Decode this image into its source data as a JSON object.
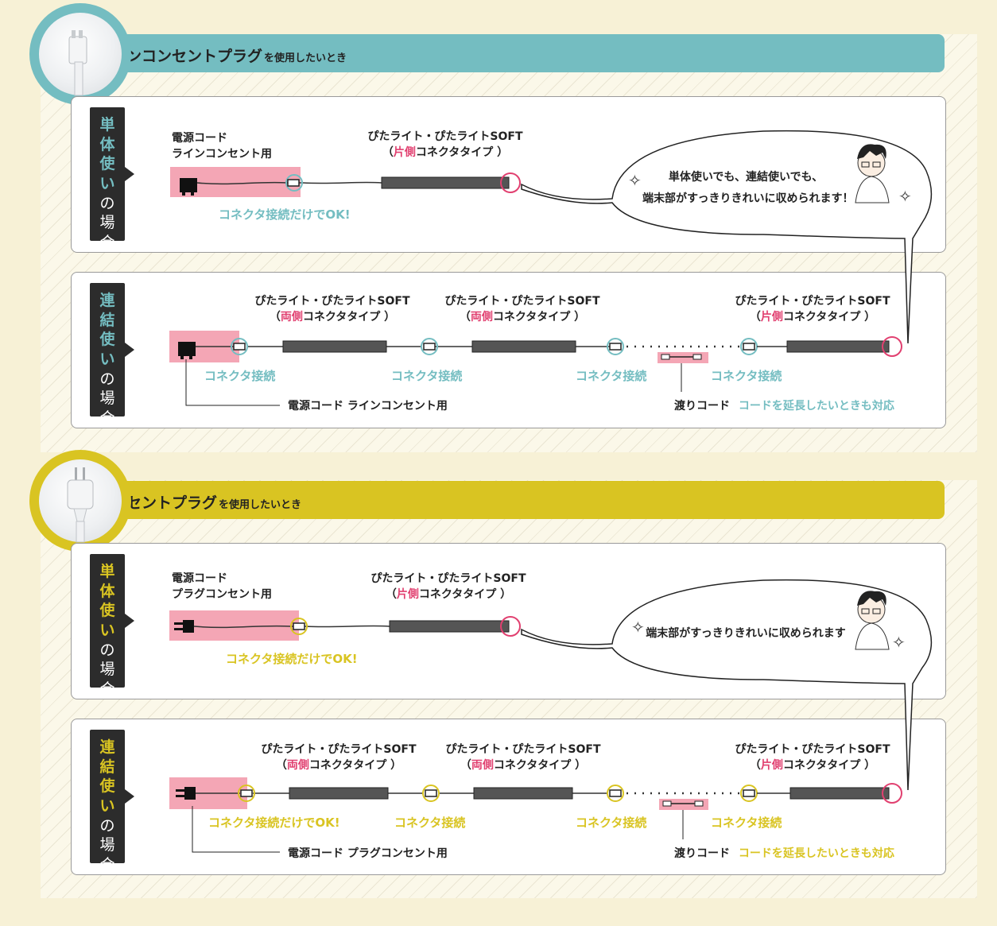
{
  "colors": {
    "teal": "#74bdc1",
    "yellow": "#d9c422",
    "pink": "#e14070",
    "pinkbox": "#f4a6b5",
    "dark": "#2c2c2c"
  },
  "sections": [
    {
      "id": "line",
      "title_main": "ラインコンセントプラグ",
      "title_sub": "を使用したいとき",
      "plug_icon": "line-outlet-plug-icon",
      "single": {
        "tab_acc": [
          "単",
          "体",
          "使",
          "い"
        ],
        "tab_plain": [
          "の",
          "場",
          "合"
        ],
        "cord_label_1": "電源コード",
        "cord_label_2": "ラインコンセント用",
        "light_title": "ぴたライト・ぴたライトSOFT",
        "light_open": "（",
        "light_side": "片側",
        "light_rest": "コネクタタイプ ）",
        "connect_label": "コネクタ接続だけでOK!",
        "bubble_line_1": "単体使いでも、連結使いでも、",
        "bubble_line_2": "端末部がすっきりきれいに収められます！"
      },
      "multi": {
        "tab_acc": [
          "連",
          "結",
          "使",
          "い"
        ],
        "tab_plain": [
          "の",
          "場",
          "合"
        ],
        "light_title": "ぴたライト・ぴたライトSOFT",
        "light_open": "（",
        "both_side": "両側",
        "one_side": "片側",
        "light_rest": "コネクタタイプ ）",
        "connect_first": "コネクタ接続",
        "connect": "コネクタ接続",
        "cord_bottom": "電源コード  ラインコンセント用",
        "bridge_label": "渡りコード",
        "bridge_note": "コードを延長したいときも対応"
      }
    },
    {
      "id": "plug",
      "title_main": "コンセントプラグ",
      "title_sub": "を使用したいとき",
      "plug_icon": "outlet-plug-icon",
      "single": {
        "tab_acc": [
          "単",
          "体",
          "使",
          "い"
        ],
        "tab_plain": [
          "の",
          "場",
          "合"
        ],
        "cord_label_1": "電源コード",
        "cord_label_2": "プラグコンセント用",
        "light_title": "ぴたライト・ぴたライトSOFT",
        "light_open": "（",
        "light_side": "片側",
        "light_rest": "コネクタタイプ ）",
        "connect_label": "コネクタ接続だけでOK!",
        "bubble_line_1": "端末部がすっきりきれいに収められます",
        "bubble_line_2": ""
      },
      "multi": {
        "tab_acc": [
          "連",
          "結",
          "使",
          "い"
        ],
        "tab_plain": [
          "の",
          "場",
          "合"
        ],
        "light_title": "ぴたライト・ぴたライトSOFT",
        "light_open": "（",
        "both_side": "両側",
        "one_side": "片側",
        "light_rest": "コネクタタイプ ）",
        "connect_first": "コネクタ接続だけでOK!",
        "connect": "コネクタ接続",
        "cord_bottom": "電源コード  プラグコンセント用",
        "bridge_label": "渡りコード",
        "bridge_note": "コードを延長したいときも対応"
      }
    }
  ]
}
